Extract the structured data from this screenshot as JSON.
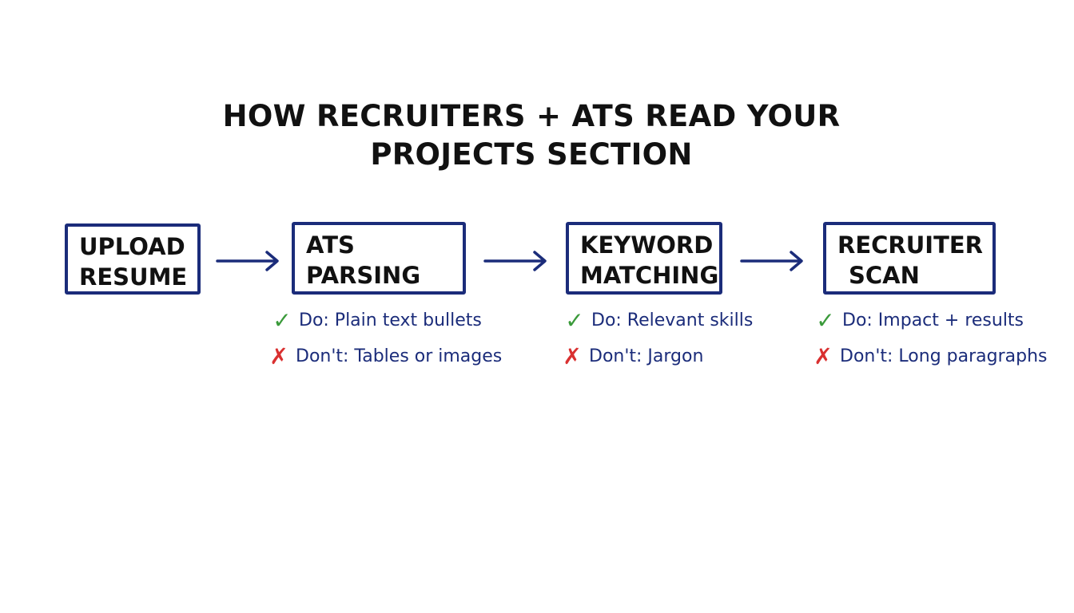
{
  "title": {
    "line1": "HOW RECRUITERS + ATS READ YOUR",
    "line2": "PROJECTS SECTION"
  },
  "steps": [
    {
      "line1": "UPLOAD",
      "line2": "RESUME"
    },
    {
      "line1": "ATS",
      "line2": "PARSING",
      "do": "Do: Plain text bullets",
      "dont": "Don't: Tables or images"
    },
    {
      "line1": "KEYWORD",
      "line2": "MATCHING",
      "do": "Do: Relevant skills",
      "dont": "Don't: Jargon"
    },
    {
      "line1": "RECRUITER",
      "line2": "SCAN",
      "do": "Do: Impact + results",
      "dont": "Don't: Long paragraphs"
    }
  ],
  "icons": {
    "check": "✓",
    "cross": "✗"
  },
  "colors": {
    "box_border": "#1b2c7a",
    "tip_text": "#1b2c7a",
    "check": "#3a9a3a",
    "cross": "#d93030"
  }
}
